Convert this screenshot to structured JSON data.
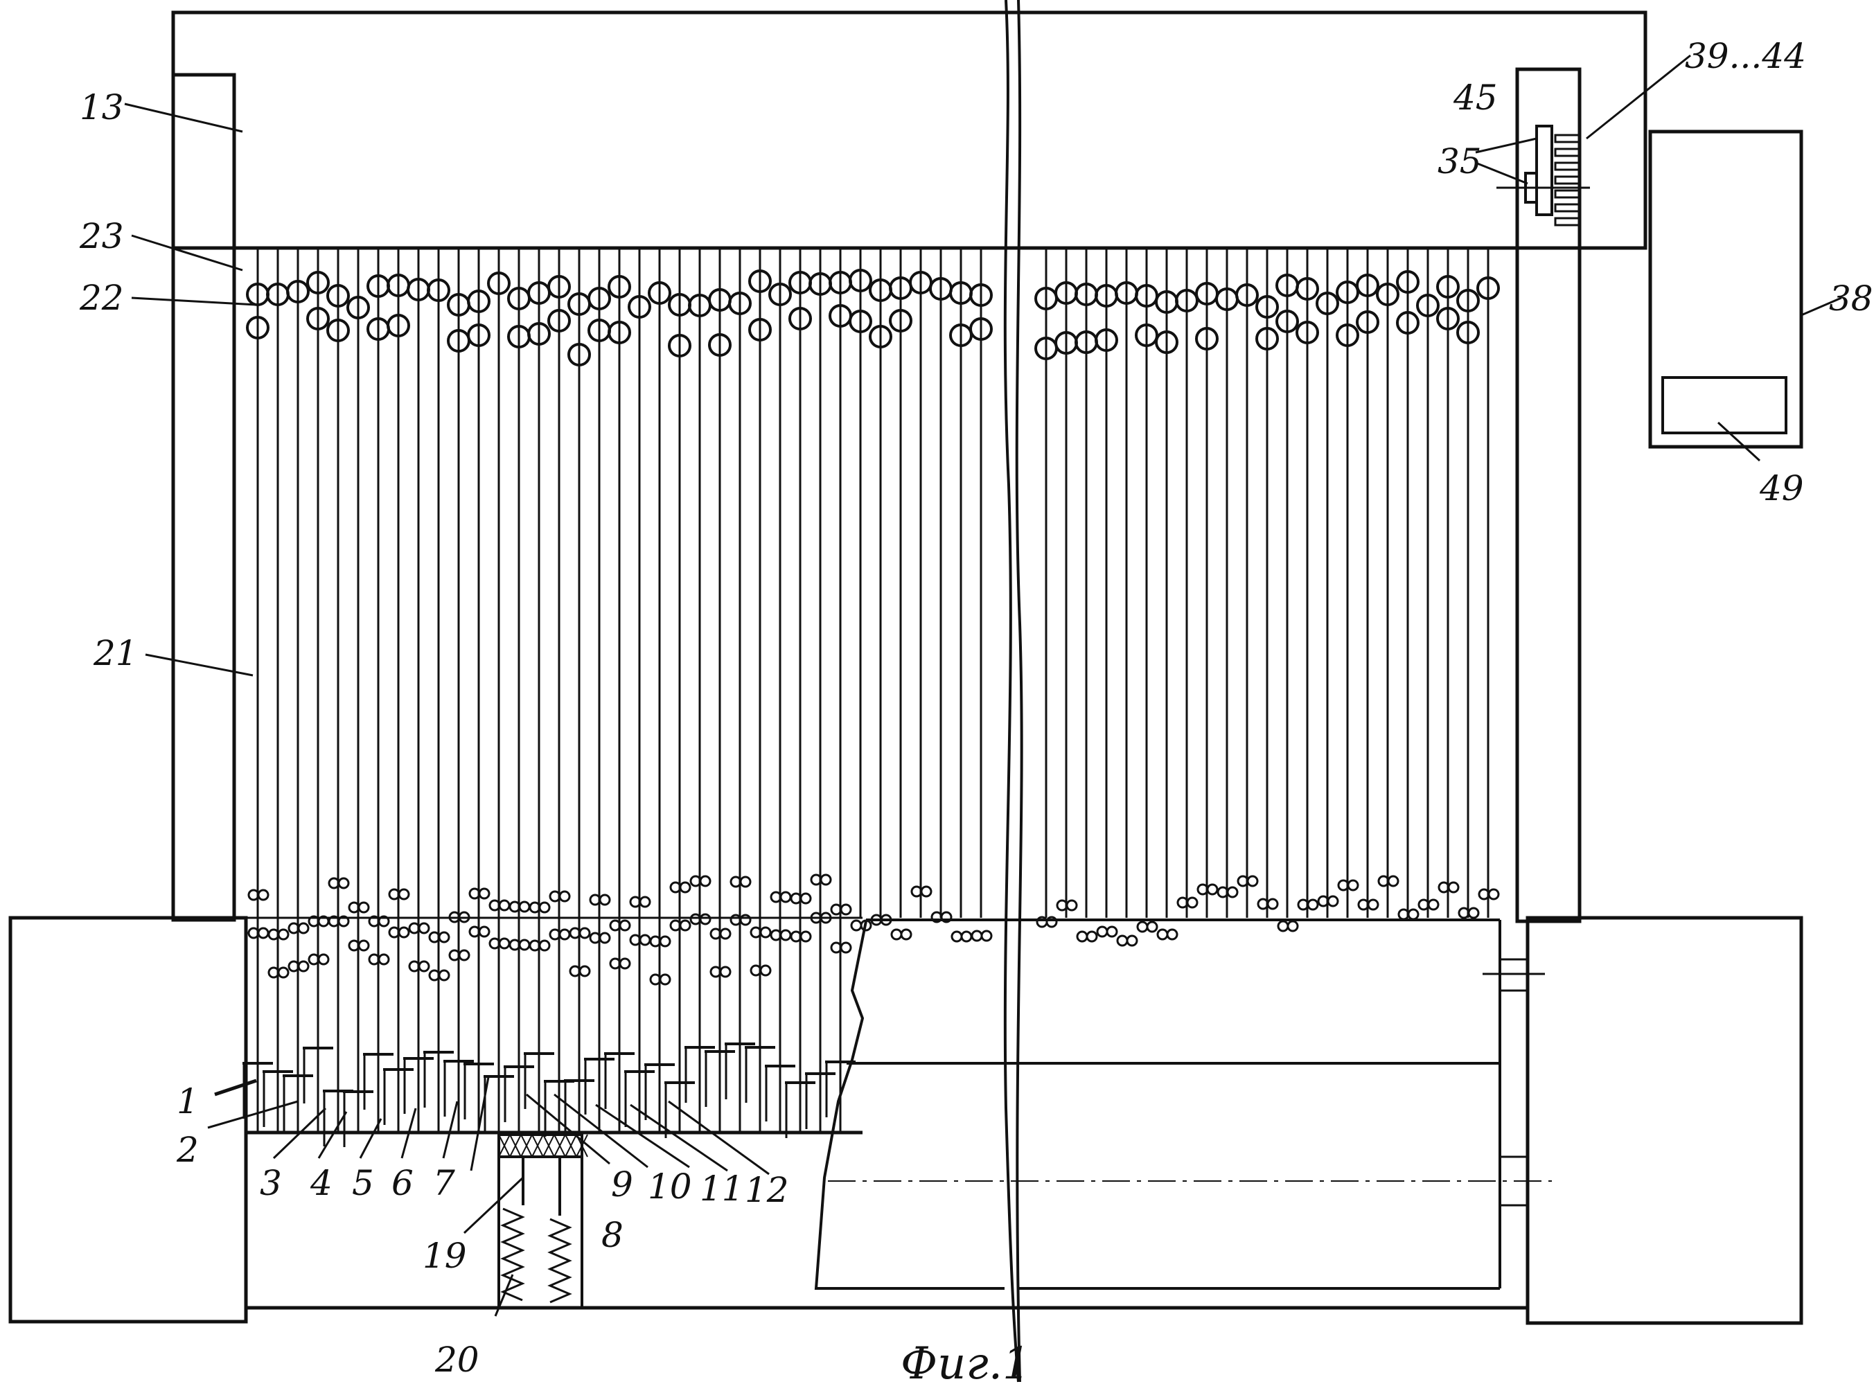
{
  "caption": "Фиг.1",
  "labels": {
    "l1": "1",
    "l2": "2",
    "l3": "3",
    "l4": "4",
    "l5": "5",
    "l6": "6",
    "l7": "7",
    "l8": "8",
    "l9": "9",
    "l10": "10",
    "l11": "11",
    "l12": "12",
    "l13": "13",
    "l19": "19",
    "l20": "20",
    "l21": "21",
    "l22": "22",
    "l23": "23",
    "l35": "35",
    "l38": "38",
    "l39": "39...44",
    "l45": "45",
    "l49": "49"
  }
}
